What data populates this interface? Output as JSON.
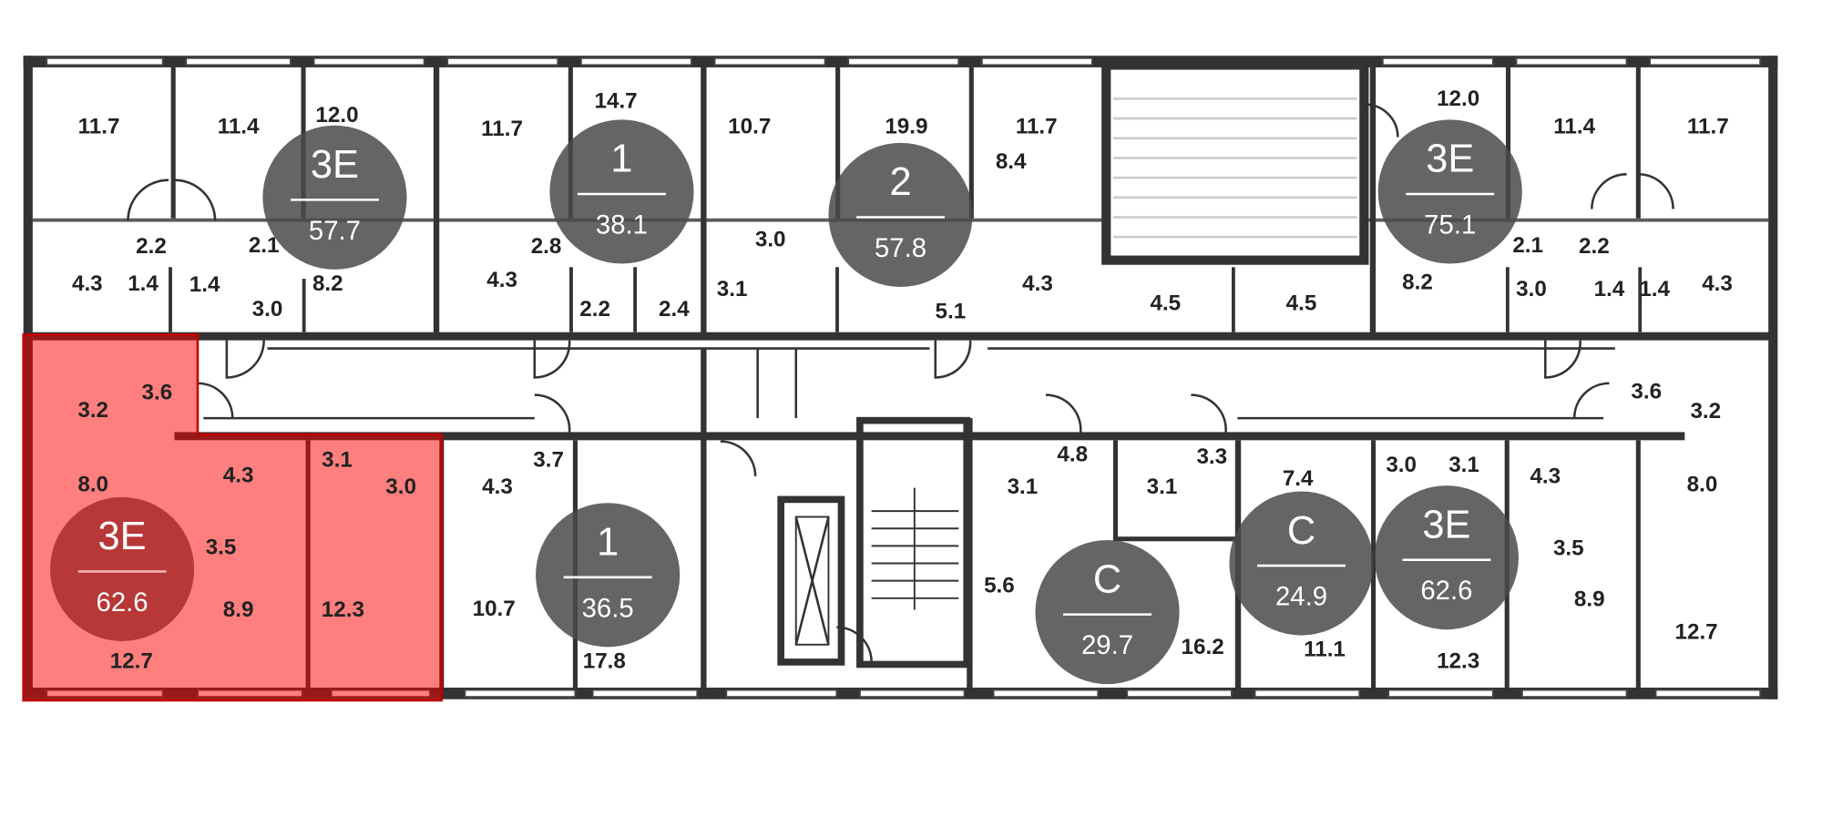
{
  "floor_plan": {
    "highlight_color": "#ff0000",
    "apartments": [
      {
        "type": "3E",
        "area": "57.7"
      },
      {
        "type": "1",
        "area": "38.1"
      },
      {
        "type": "2",
        "area": "57.8"
      },
      {
        "type": "3E",
        "area": "75.1"
      },
      {
        "type": "3E",
        "area": "62.6",
        "highlighted": true
      },
      {
        "type": "1",
        "area": "36.5"
      },
      {
        "type": "C",
        "area": "29.7"
      },
      {
        "type": "C",
        "area": "24.9"
      },
      {
        "type": "3E",
        "area": "62.6"
      }
    ],
    "rooms": [
      "11.7",
      "11.4",
      "12.0",
      "11.7",
      "14.7",
      "10.7",
      "19.9",
      "11.7",
      "8.4",
      "12.0",
      "11.4",
      "11.7",
      "2.2",
      "2.1",
      "4.3",
      "1.4",
      "1.4",
      "3.0",
      "8.2",
      "4.3",
      "2.8",
      "2.2",
      "2.4",
      "3.0",
      "3.1",
      "5.1",
      "4.3",
      "4.5",
      "4.5",
      "8.2",
      "2.1",
      "2.2",
      "3.0",
      "1.4",
      "1.4",
      "4.3",
      "3.6",
      "3.2",
      "3.6",
      "3.2",
      "8.0",
      "4.3",
      "3.1",
      "3.0",
      "3.5",
      "8.9",
      "12.3",
      "12.7",
      "4.3",
      "3.7",
      "10.7",
      "17.8",
      "4.8",
      "3.1",
      "3.3",
      "3.1",
      "7.4",
      "3.0",
      "3.1",
      "4.3",
      "8.0",
      "5.6",
      "16.2",
      "11.1",
      "12.3",
      "3.5",
      "8.9",
      "12.7"
    ]
  }
}
